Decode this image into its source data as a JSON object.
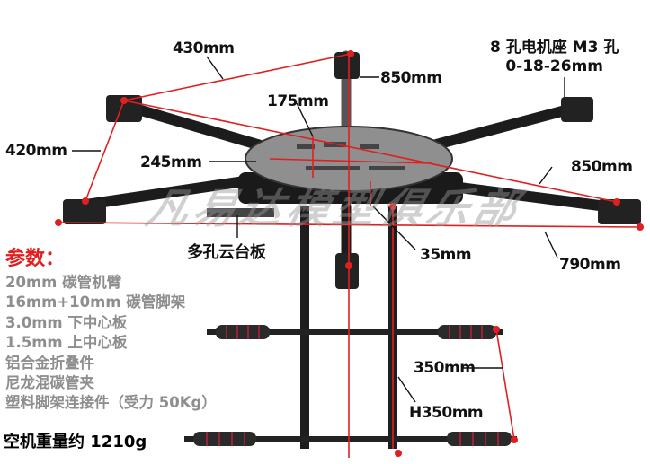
{
  "diagram": {
    "subject": "Hexacopter carbon fiber drone frame with dimensions",
    "watermark": "凡易达模型俱乐部",
    "dimensions": {
      "motor_to_motor_adjacent": "430mm",
      "arm_vertical_top": "850mm",
      "center_plate_height": "175mm",
      "arm_side_gap": "420mm",
      "center_plate_width": "245mm",
      "diagonal_right": "850mm",
      "plate_spacing": "35mm",
      "bottom_span": "790mm",
      "landing_gear_spacing": "350mm",
      "landing_gear_height": "H350mm"
    },
    "motor_mount_note": {
      "line1": "8 孔电机座 M3 孔",
      "line2": "0-18-26mm"
    },
    "gimbal_plate_label": "多孔云台板",
    "specs": {
      "title": "参数：",
      "items": [
        "20mm 碳管机臂",
        "16mm+10mm 碳管脚架",
        "3.0mm 下中心板",
        "1.5mm 上中心板",
        "铝合金折叠件",
        "尼龙混碳管夹",
        "塑料脚架连接件（受力 50Kg）"
      ],
      "weight": "空机重量约 1210g"
    },
    "colors": {
      "dimension_line": "#e02020",
      "carbon": "#1c1c1c",
      "plate": "#9a9a9a",
      "foam": "#2a2a2a",
      "foam_stripe": "#c0203a",
      "spec_text": "#8e8e8e"
    }
  }
}
